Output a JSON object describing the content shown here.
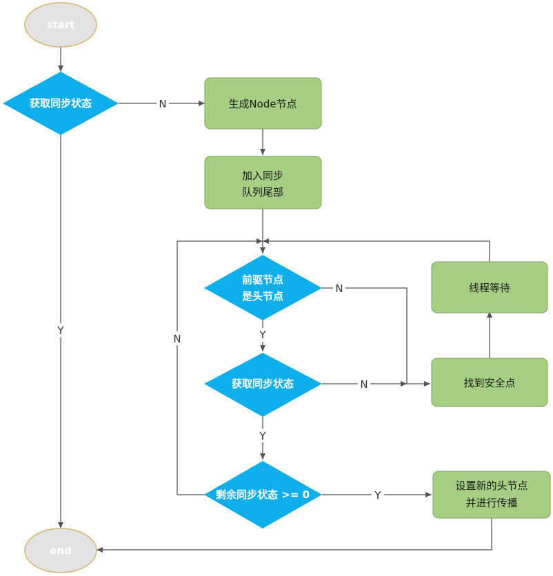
{
  "colors": {
    "terminator_fill": "#e3e3e3",
    "terminator_stroke": "#d4b26a",
    "decision_fill": "#0eaeea",
    "process_fill": "#a6cf84",
    "process_stroke": "#7ea35e",
    "edge": "#555555",
    "text_light": "#ffffff",
    "text_dark": "#1a1a1a"
  },
  "nodes": {
    "start": "start",
    "end": "end",
    "acquire_main": "获取同步状态",
    "create_node": "生成Node节点",
    "enqueue_line1": "加入同步",
    "enqueue_line2": "队列尾部",
    "pred_head_line1": "前驱节点",
    "pred_head_line2": "是头节点",
    "acquire_loop": "获取同步状态",
    "remaining": "剩余同步状态 >= 0",
    "thread_wait": "线程等待",
    "find_safe": "找到安全点",
    "set_head_line1": "设置新的头节点",
    "set_head_line2": "并进行传播"
  },
  "edge_labels": {
    "main_no": "N",
    "main_yes": "Y",
    "pred_no": "N",
    "pred_yes": "Y",
    "loop_no": "N",
    "loop_yes": "Y",
    "remaining_no": "N",
    "remaining_yes": "Y"
  }
}
